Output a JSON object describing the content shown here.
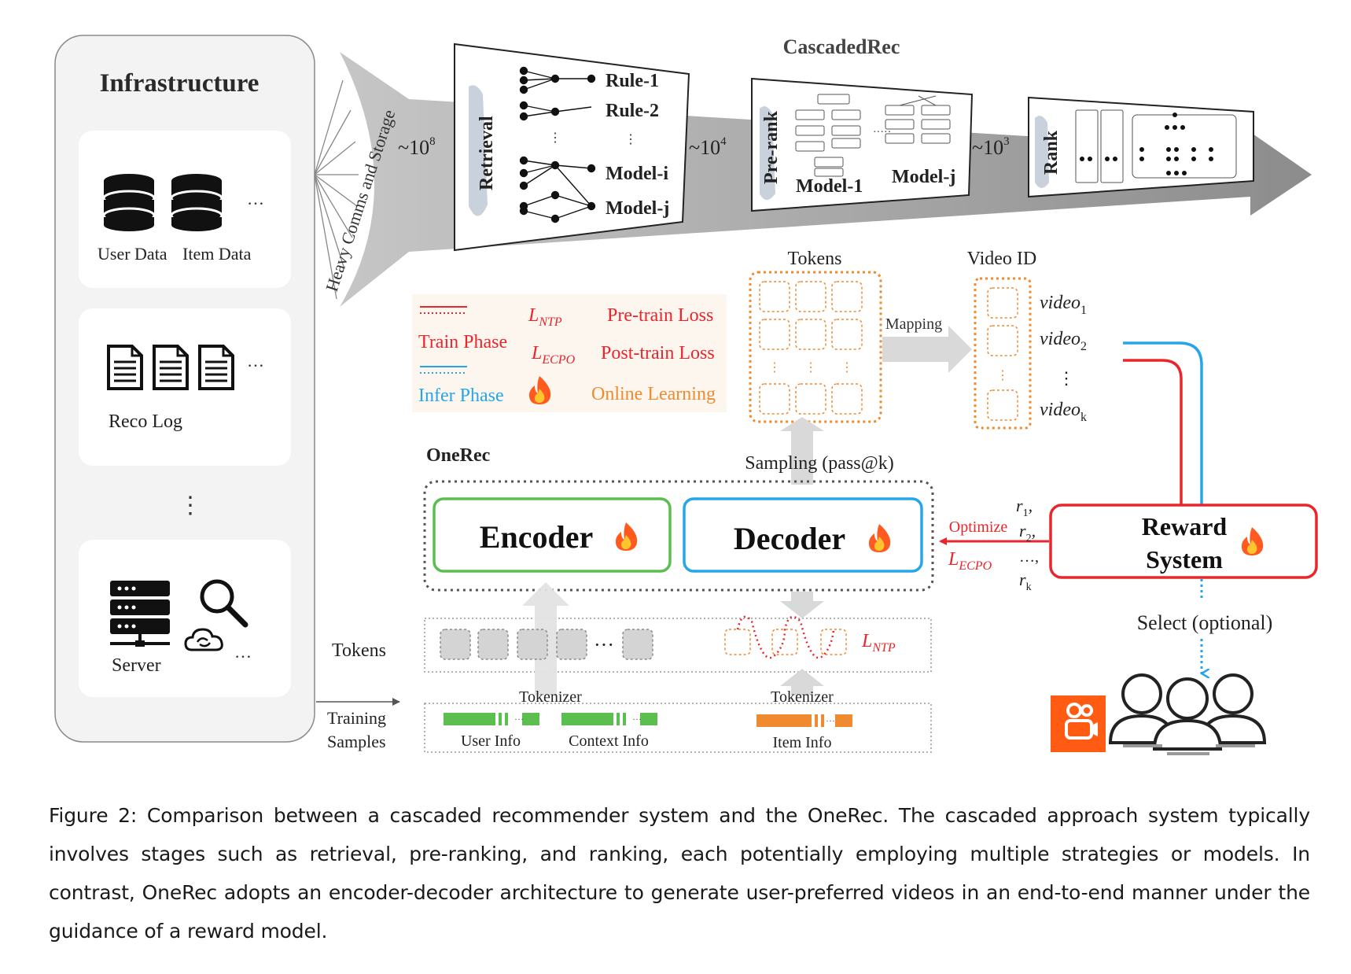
{
  "figure": {
    "infrastructure": {
      "title": "Infrastructure",
      "user_data": "User Data",
      "item_data": "Item Data",
      "reco_log": "Reco Log",
      "server": "Server",
      "ellipsis": "…",
      "vdots": "⋮"
    },
    "heavy_label": "Heavy Comms and Storage",
    "cascaded": {
      "title": "CascadedRec",
      "scale_1": "~10",
      "scale_1_exp": "8",
      "scale_2": "~10",
      "scale_2_exp": "4",
      "scale_3": "~10",
      "scale_3_exp": "3",
      "retrieval": "Retrieval",
      "prerank": "Pre-rank",
      "rank": "Rank",
      "rule_1": "Rule-1",
      "rule_2": "Rule-2",
      "model_i": "Model-i",
      "model_j": "Model-j",
      "model_1": "Model-1",
      "prerank_model_j": "Model-j"
    },
    "legend": {
      "train_phase": "Train Phase",
      "infer_phase": "Infer Phase",
      "ntp_base": "L",
      "ntp_sub": "NTP",
      "ecpo_base": "L",
      "ecpo_sub": "ECPO",
      "pretrain_loss": "Pre-train Loss",
      "posttrain_loss": "Post-train Loss",
      "online_learning": "Online Learning"
    },
    "tokens_title": "Tokens",
    "video_id_title": "Video ID",
    "mapping": "Mapping",
    "videos": [
      {
        "base": "video",
        "sub": "1"
      },
      {
        "base": "video",
        "sub": "2"
      },
      {
        "base": "video",
        "sub": "k"
      }
    ],
    "onerec": {
      "title": "OneRec",
      "sampling": "Sampling (pass@k)",
      "encoder": "Encoder",
      "decoder": "Decoder",
      "optimize": "Optimize",
      "ecpo_base": "L",
      "ecpo_sub": "ECPO"
    },
    "rewards": {
      "r1": "r",
      "r1_sub": "1",
      "r1_tail": ",",
      "r2": "r",
      "r2_sub": "2",
      "r2_tail": ",",
      "rdots": "…,",
      "rk": "r",
      "rk_sub": "k"
    },
    "reward_system": {
      "line1": "Reward",
      "line2": "System"
    },
    "select_optional": "Select (optional)",
    "tokens_row": {
      "label": "Tokens",
      "dots": "···",
      "ntp_base": "L",
      "ntp_sub": "NTP"
    },
    "training": {
      "line1": "Training",
      "line2": "Samples",
      "tokenizer_left": "Tokenizer",
      "tokenizer_right": "Tokenizer",
      "user_info": "User Info",
      "context_info": "Context Info",
      "item_info": "Item Info"
    }
  },
  "caption": "Figure 2: Comparison between a cascaded recommender system and the OneRec. The cascaded approach system typically involves stages such as retrieval, pre-ranking, and ranking, each potentially employing multiple strategies or models. In contrast, OneRec adopts an encoder-decoder architecture to generate user-preferred videos in an end-to-end manner under the guidance of a reward model.",
  "colors": {
    "red": "#e8262b",
    "blue": "#25a6e8",
    "green": "#5bbf4f",
    "orange": "#f08a2e",
    "gray_arrow": "#b8b8b8",
    "kuaishou": "#ff5b13"
  }
}
